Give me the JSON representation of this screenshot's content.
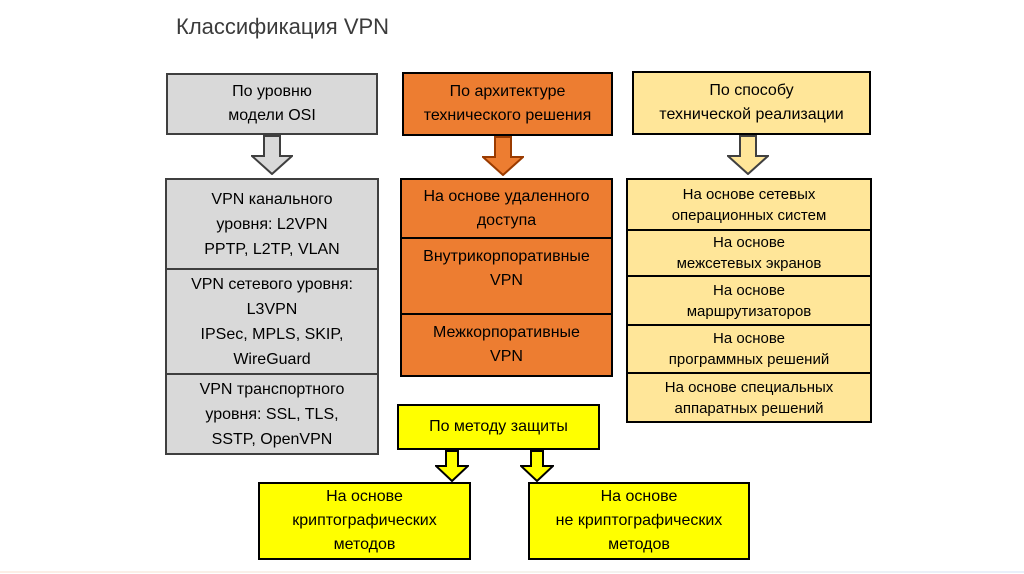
{
  "slide": {
    "title": "Классификация VPN"
  },
  "classifications": [
    {
      "id": "osi-level",
      "header": "По уровню\nмодели OSI",
      "items": [
        "VPN канального\nуровня: L2VPN\nPPTP, L2TP, VLAN",
        "VPN сетевого уровня:\nL3VPN\nIPSec, MPLS, SKIP,\nWireGuard",
        "VPN транспортного\nуровня: SSL, TLS,\nSSTP, OpenVPN"
      ]
    },
    {
      "id": "architecture",
      "header": "По архитектуре\nтехнического решения",
      "items": [
        "На основе удаленного\nдоступа",
        "Внутрикорпоративные\nVPN",
        "Межкорпоративные\nVPN"
      ]
    },
    {
      "id": "implementation",
      "header": "По способу\nтехнической реализации",
      "items": [
        "На основе сетевых\nоперационных систем",
        "На основе\nмежсетевых экранов",
        "На основе\nмаршрутизаторов",
        "На основе\nпрограммных решений",
        "На основе специальных\nаппаратных решений"
      ]
    },
    {
      "id": "protection-method",
      "header": "По методу защиты",
      "items": [
        "На основе\nкриптографических\nметодов",
        "На основе\nне криптографических\nметодов"
      ]
    }
  ],
  "colors": {
    "osi_fill": "#d9d9d9",
    "osi_border": "#3f3f3f",
    "architecture_fill": "#ed7d31",
    "architecture_arrow_border": "#9a3b00",
    "implementation_fill": "#ffe699",
    "protection_fill": "#ffff00",
    "border": "#000000",
    "text": "#000000",
    "title_text": "#3b3b3b",
    "background": "#ffffff"
  }
}
